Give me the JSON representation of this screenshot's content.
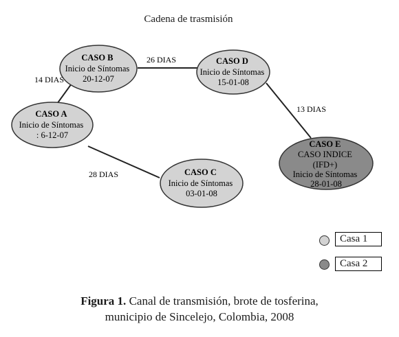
{
  "title": "Cadena de trasmisión",
  "nodes": [
    {
      "id": "B",
      "lines": [
        "CASO B",
        "Inicio de Síntomas",
        "20-12-07"
      ]
    },
    {
      "id": "A",
      "lines": [
        "CASO A",
        "Inicio de Síntomas",
        ": 6-12-07"
      ]
    },
    {
      "id": "C",
      "lines": [
        "CASO C",
        "Inicio de Síntomas",
        "03-01-08"
      ]
    },
    {
      "id": "D",
      "lines": [
        "CASO D",
        "Inicio de Síntomas",
        "15-01-08"
      ]
    },
    {
      "id": "E",
      "lines": [
        "CASO E",
        "CASO INDICE",
        "(IFD+)",
        "Inicio de Síntomas",
        "28-01-08"
      ]
    }
  ],
  "edges": [
    {
      "from": "A",
      "to": "B",
      "label": "14 DIAS"
    },
    {
      "from": "B",
      "to": "D",
      "label": "26 DIAS"
    },
    {
      "from": "D",
      "to": "E",
      "label": "13 DIAS"
    },
    {
      "from": "A",
      "to": "C",
      "label": "28 DIAS"
    }
  ],
  "legend": [
    {
      "label": "Casa 1",
      "color": "#d3d3d3"
    },
    {
      "label": "Casa 2",
      "color": "#8a8a8a"
    }
  ],
  "caption": {
    "bold": "Figura 1.",
    "line1": " Canal de transmisión, brote de tosferina,",
    "line2": "municipio de Sincelejo, Colombia, 2008"
  },
  "colors": {
    "casa1": "#d3d3d3",
    "casa2": "#8a8a8a",
    "stroke": "#222222"
  }
}
